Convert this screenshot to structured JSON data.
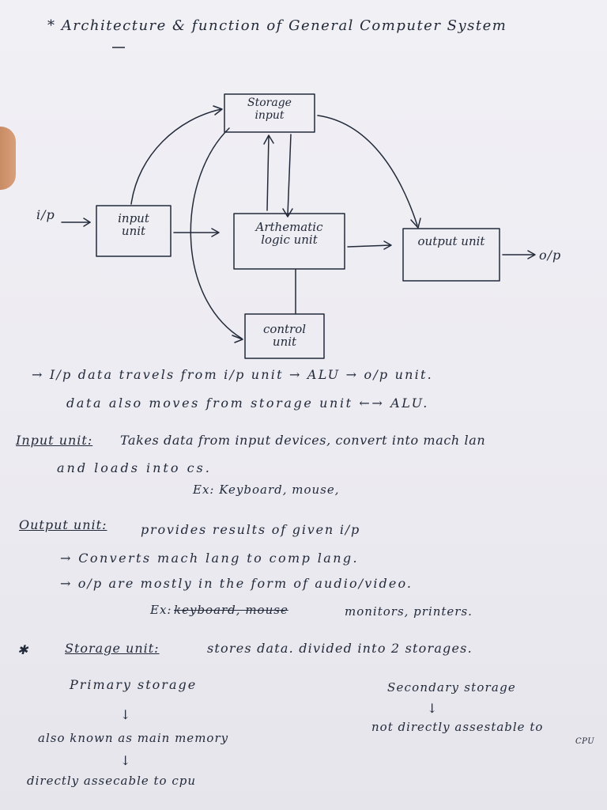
{
  "title": "* Architecture & function of General Computer System",
  "diagram": {
    "storage": "Storage input",
    "input_unit": "input unit",
    "alu": "Arthematic logic unit",
    "output_unit": "output unit",
    "control_unit": "control unit",
    "ip": "i/p",
    "op": "o/p"
  },
  "notes": {
    "flow1": "→ I/p data travels from i/p unit → ALU → o/p unit.",
    "flow2": "data also moves from storage unit ←→ ALU.",
    "input_heading": "Input unit:",
    "input_text": "Takes data from input devices, convert into mach lan",
    "input_text2": "and loads into cs.",
    "input_ex": "Ex: Keyboard, mouse,",
    "output_heading": "Output unit:",
    "output_text": "provides results of given i/p",
    "output_b1": "→ Converts mach lang to comp lang.",
    "output_b2": "→ o/p are mostly in the form of audio/video.",
    "output_ex_prefix": "Ex:",
    "output_ex_struck": "keyboard, mouse",
    "output_ex": "monitors, printers.",
    "storage_heading": "Storage unit:",
    "storage_text": "stores data. divided into 2 storages.",
    "primary_heading": "Primary storage",
    "primary_arrow1": "↓",
    "primary_text1": "also known as main memory",
    "primary_arrow2": "↓",
    "primary_text2": "directly assecable to cpu",
    "secondary_heading": "Secondary storage",
    "secondary_arrow": "↓",
    "secondary_text": "not directly assestable to",
    "secondary_text2": "CPU"
  }
}
